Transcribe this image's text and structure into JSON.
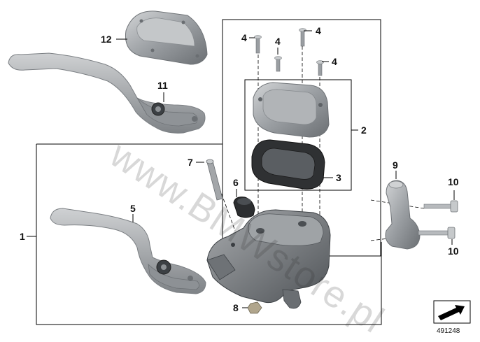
{
  "callouts": {
    "c1": "1",
    "c2": "2",
    "c3": "3",
    "c4a": "4",
    "c4b": "4",
    "c4c": "4",
    "c4d": "4",
    "c5": "5",
    "c6": "6",
    "c7": "7",
    "c8": "8",
    "c9": "9",
    "c10a": "10",
    "c10b": "10",
    "c11": "11",
    "c12": "12"
  },
  "watermark": "www.BMWstore.pl",
  "diagram_number": "491248",
  "colors": {
    "part_light": "#b9bcbe",
    "part_mid": "#8e9296",
    "part_dark": "#5b5f63",
    "gasket": "#2b2b2b",
    "frame": "#000000"
  }
}
